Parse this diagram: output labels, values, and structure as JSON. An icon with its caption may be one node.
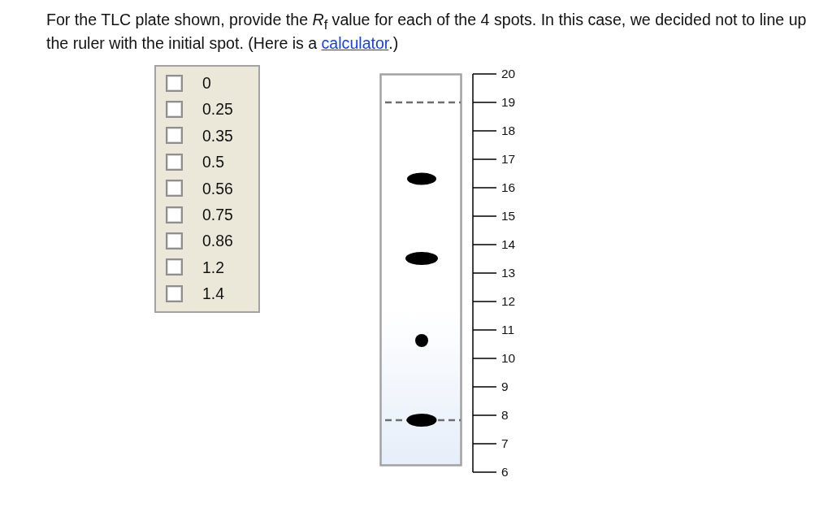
{
  "diagram": {
    "nodes": [
      {
        "text": [
          "0",
          "0.25",
          "0.35",
          "0.5",
          "0.56",
          "0.75",
          "0.86",
          "1.2",
          "1.4"
        ]
      }
    ],
    "labels": [
      "For the TLC plate shown, provide the *R*$_{f}$ value for each of the 4 spots. In this case, we decided not to line up the ruler with the initial spot.  (Here is a",
      "calculator",
      ".)",
      "20",
      "19",
      "18",
      "17",
      "16",
      "15",
      "14",
      "13",
      "12",
      "11",
      "10",
      "9",
      "8",
      "7",
      "6"
    ]
  }
}
